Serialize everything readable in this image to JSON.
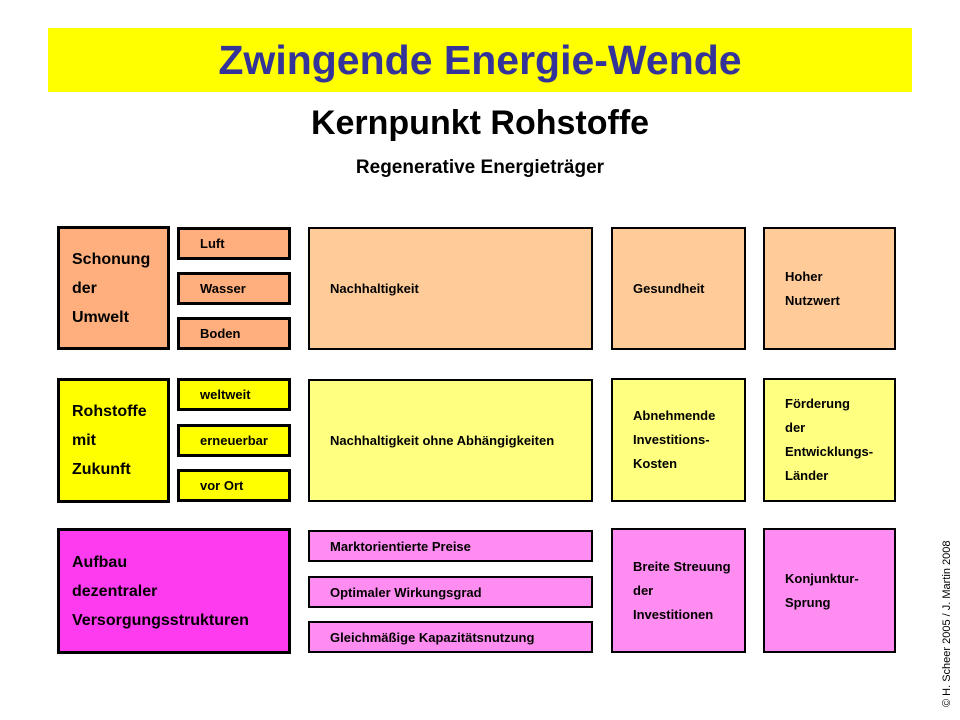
{
  "slide": {
    "banner_title": "Zwingende Energie-Wende",
    "title": "Kernpunkt Rohstoffe",
    "subtitle": "Regenerative Energieträger",
    "copyright": "© H. Scheer 2005 / J. Martin 2008"
  },
  "palette": {
    "banner_bg": "#FFFF00",
    "banner_text": "#333399",
    "orange_strong": "#FFAE7D",
    "orange_light": "#FFCC99",
    "yellow_strong": "#FFFF00",
    "yellow_light": "#FFFF80",
    "magenta_strong": "#FF3BF0",
    "magenta_light": "#FF8CF0"
  },
  "rows": {
    "umwelt": {
      "main": [
        "Schonung",
        "der",
        "Umwelt"
      ],
      "satellites": [
        "Luft",
        "Wasser",
        "Boden"
      ],
      "wide": "Nachhaltigkeit",
      "col4": [
        "Gesundheit"
      ],
      "col5": [
        "Hoher",
        "Nutzwert"
      ]
    },
    "rohstoffe": {
      "main": [
        "Rohstoffe",
        "mit",
        "Zukunft"
      ],
      "satellites": [
        "weltweit",
        "erneuerbar",
        "vor Ort"
      ],
      "wide": "Nachhaltigkeit ohne Abhängigkeiten",
      "col4": [
        "Abnehmende",
        "Investitions-",
        "Kosten"
      ],
      "col5": [
        "Förderung",
        "der",
        "Entwicklungs-",
        "Länder"
      ]
    },
    "aufbau": {
      "main": [
        "Aufbau",
        "dezentraler",
        "Versorgungsstrukturen"
      ],
      "mid": [
        "Marktorientierte Preise",
        "Optimaler Wirkungsgrad",
        "Gleichmäßige Kapazitätsnutzung"
      ],
      "col4": [
        "Breite Streuung",
        "der",
        "Investitionen"
      ],
      "col5": [
        "Konjunktur-",
        "Sprung"
      ]
    }
  }
}
